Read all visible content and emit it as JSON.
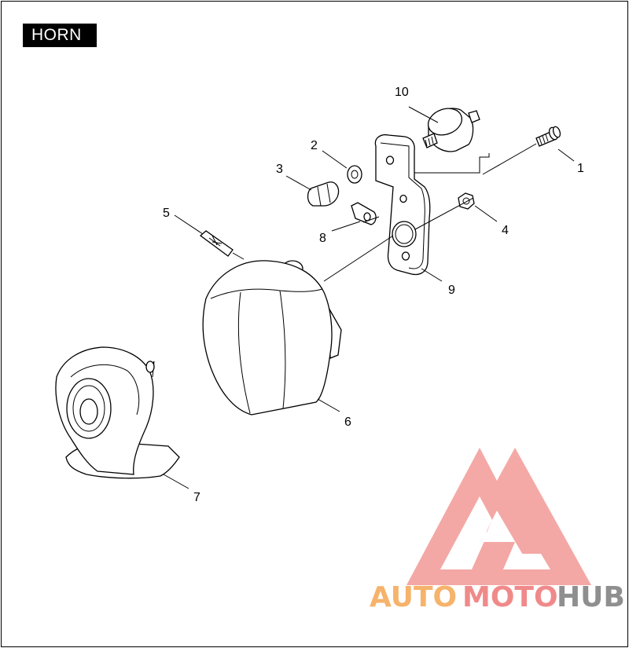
{
  "title": "HORN",
  "callouts": [
    {
      "id": "1",
      "label": "1"
    },
    {
      "id": "2",
      "label": "2"
    },
    {
      "id": "3",
      "label": "3"
    },
    {
      "id": "4",
      "label": "4"
    },
    {
      "id": "5",
      "label": "5"
    },
    {
      "id": "6",
      "label": "6"
    },
    {
      "id": "7",
      "label": "7"
    },
    {
      "id": "8",
      "label": "8"
    },
    {
      "id": "9",
      "label": "9"
    },
    {
      "id": "10",
      "label": "10"
    }
  ],
  "watermark": {
    "part1": "AUTO",
    "part2": "MOTO",
    "part3": "HUB",
    "colors": {
      "auto": "#f6b36b",
      "moto": "#f08a8a",
      "hub": "#8f8f8f",
      "triangle": "#f08a8a"
    }
  }
}
